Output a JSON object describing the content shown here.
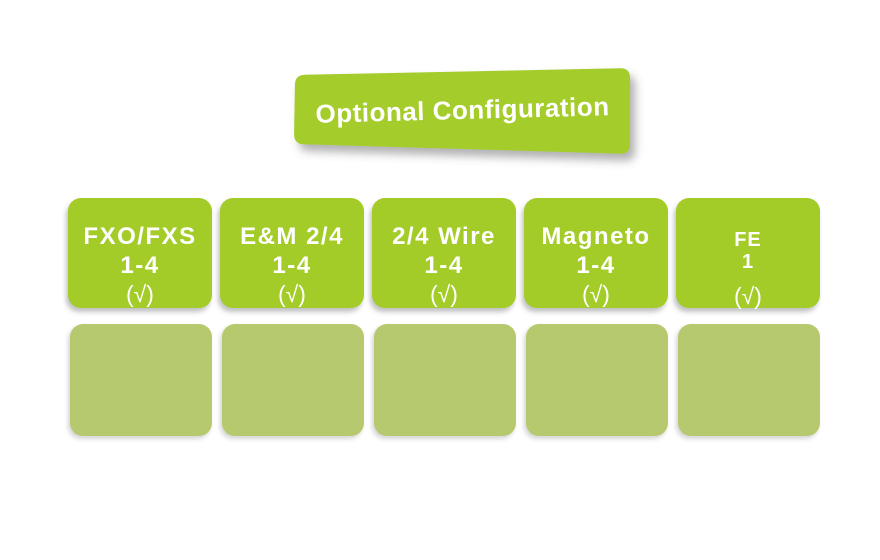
{
  "banner": {
    "label": "Optional Configuration"
  },
  "modules": [
    {
      "name": "FXO/FXS",
      "range": "1-4",
      "check": "(√)"
    },
    {
      "name": "E&M 2/4",
      "range": "1-4",
      "check": "(√)"
    },
    {
      "name": "2/4 Wire",
      "range": "1-4",
      "check": "(√)"
    },
    {
      "name": "Magneto",
      "range": "1-4",
      "check": "(√)"
    },
    {
      "name": "FE",
      "range": "1",
      "check": "(√)"
    }
  ],
  "slots": {
    "count": 5
  },
  "colors": {
    "accent_green": "#a4cc29",
    "slot_khaki": "#b7c96f",
    "text_white": "#ffffff",
    "shadow_gray": "#8a8a8a"
  }
}
